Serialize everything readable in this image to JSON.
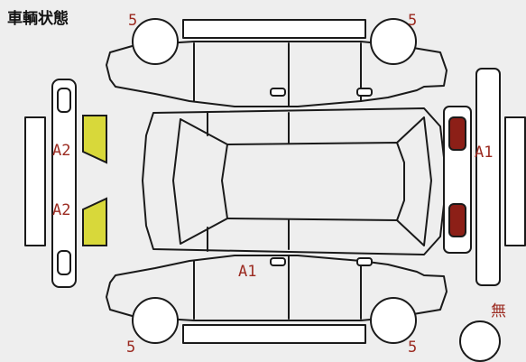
{
  "title": "車輌状態",
  "colors": {
    "line": "#1a1a1a",
    "background": "#eeeeee",
    "label": "#9b2a20",
    "yellow": "#d8d83a",
    "red": "#8c1f17"
  },
  "labels": {
    "tl": "5",
    "tr": "5",
    "bl": "5",
    "br": "5",
    "left_upper": "A2",
    "left_lower": "A2",
    "right": "A1",
    "side_bottom": "A1",
    "spare": "無"
  }
}
